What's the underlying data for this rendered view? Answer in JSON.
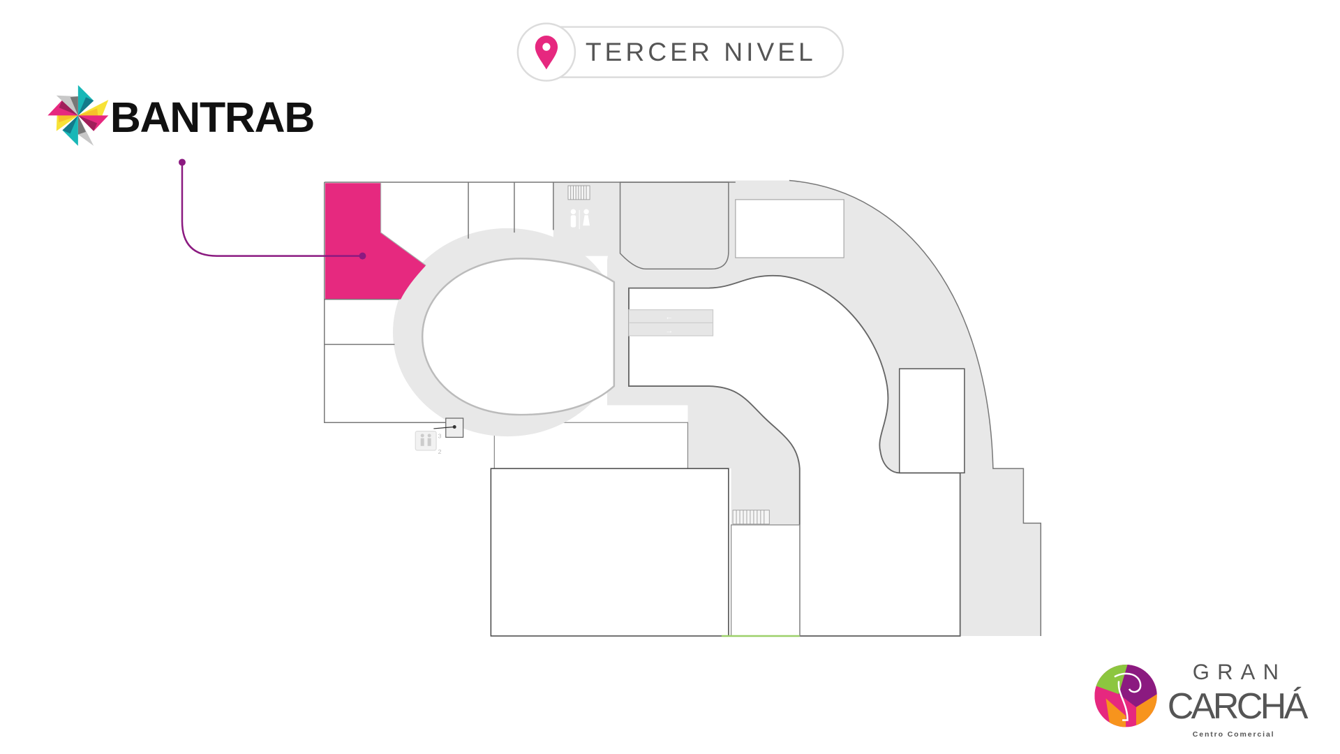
{
  "header": {
    "level_label": "TERCER NIVEL",
    "icon": "map-pin-icon"
  },
  "store": {
    "name": "BANTRAB",
    "highlight_color": "#e6297f",
    "connector_color": "#8b1a80"
  },
  "map": {
    "escalator_arrows": [
      "←",
      "→"
    ],
    "elevator_floors": [
      "3",
      "2"
    ],
    "icons": [
      "restroom-icon",
      "elevator-icon",
      "escalator-icon",
      "stairs-icon"
    ]
  },
  "mall": {
    "name_top": "GRAN",
    "name_main": "CARCHÁ",
    "subtitle": "Centro Comercial"
  },
  "colors": {
    "floor_gray": "#e8e8e8",
    "pin": "#e6287f",
    "text": "#555555"
  }
}
